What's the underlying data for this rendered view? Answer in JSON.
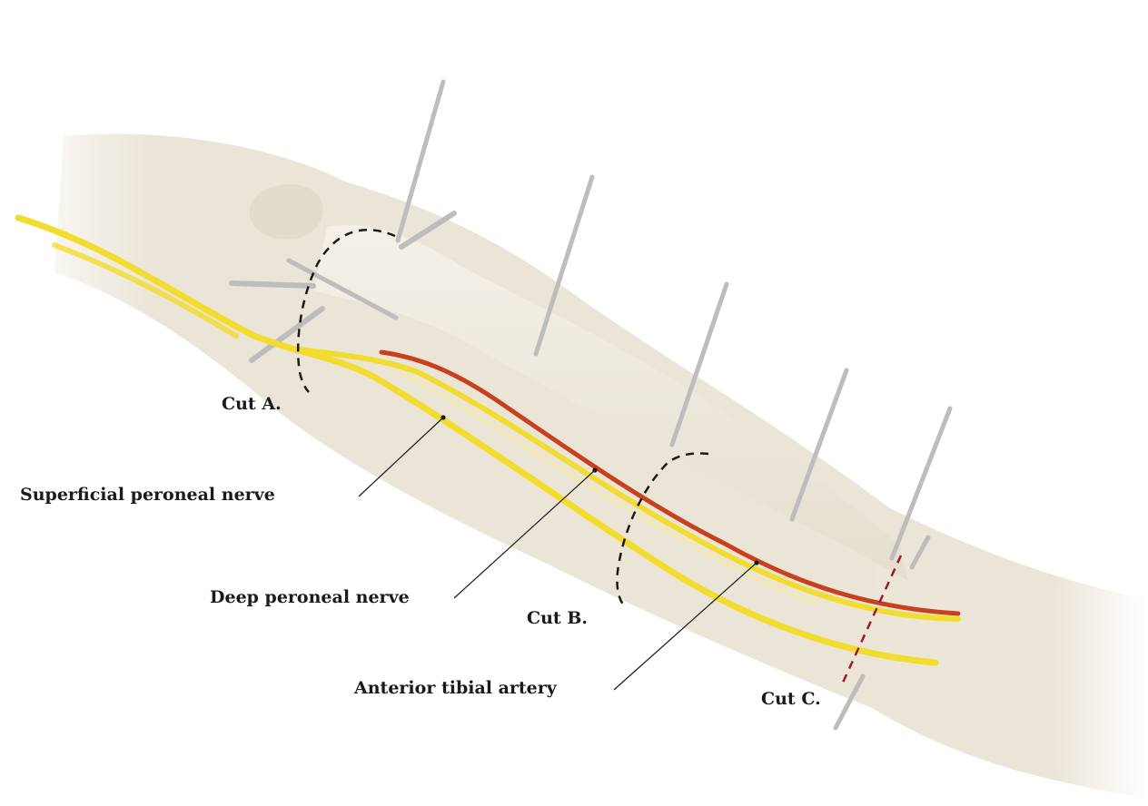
{
  "labels": {
    "cut_a": "Cut A.",
    "cut_b": "Cut B.",
    "cut_c": "Cut C.",
    "superficial_peroneal_nerve": "Superficial peroneal nerve",
    "deep_peroneal_nerve": "Deep peroneal nerve",
    "anterior_tibial_artery": "Anterior tibial artery"
  },
  "colors": {
    "background": "#ffffff",
    "limb": "#ece6d9",
    "bone": "#f1ede3",
    "nerve": "#f2dc2e",
    "artery": "#c8401e",
    "pin": "#bdbdbd",
    "cut_line": "#1a1a1a",
    "cut_c_line": "#a01830",
    "text": "#1a1a1a"
  }
}
